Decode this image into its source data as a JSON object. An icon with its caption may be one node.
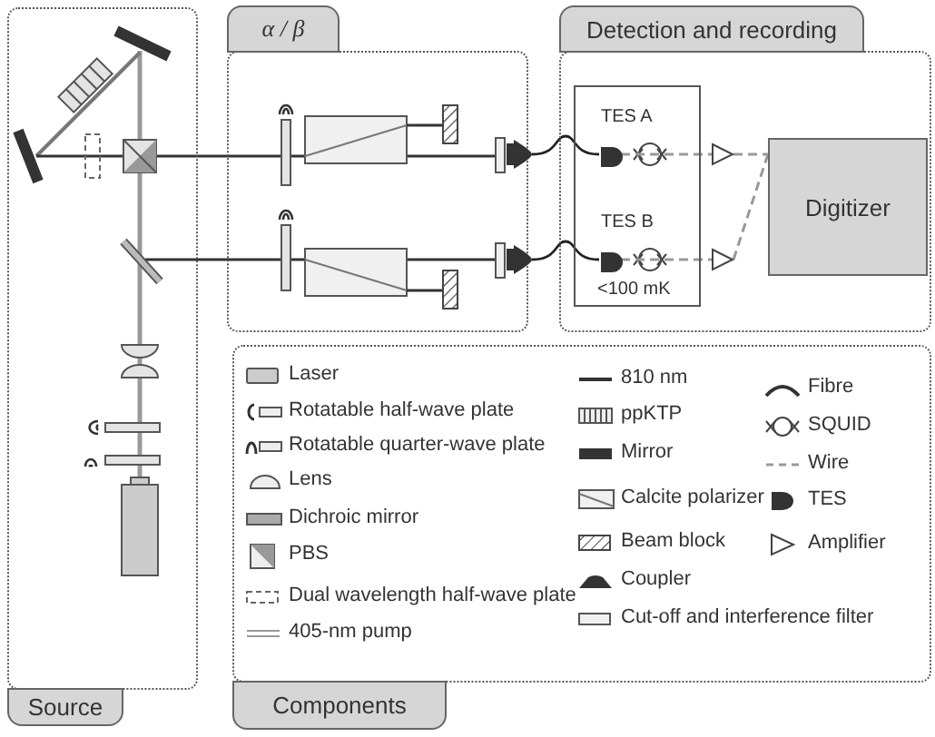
{
  "diagram": {
    "nodes": [
      {
        "text": [
          "Source"
        ]
      },
      {
        "text": [
          "α / β"
        ]
      },
      {
        "text": [],
        "shape": "wedge",
        "in": 1
      },
      {
        "text": [],
        "shape": "wedge",
        "in": 1
      },
      {
        "text": [
          "Detection and recording"
        ]
      },
      {
        "text": [
          "<100 mK"
        ],
        "in": 4
      },
      {
        "text": [
          "TES A"
        ],
        "in": 5
      },
      {
        "text": [
          "TES B"
        ],
        "in": 5
      },
      {
        "text": [],
        "shape": "triangle",
        "in": 4
      },
      {
        "text": [],
        "shape": "triangle",
        "in": 4
      },
      {
        "text": [
          "Digitizer"
        ],
        "in": 4
      },
      {
        "text": [
          "Components"
        ]
      }
    ],
    "edges": [
      {
        "from": 2,
        "to": 6,
        "arrow": "none",
        "color": "#222222"
      },
      {
        "from": 3,
        "to": 7,
        "arrow": "none",
        "color": "#222222"
      },
      {
        "from": 6,
        "to": 8,
        "arrow": "none",
        "style": "dashed"
      },
      {
        "from": 8,
        "to": 10,
        "arrow": "none",
        "style": "dashed"
      },
      {
        "from": 7,
        "to": 9,
        "arrow": "none",
        "style": "dashed"
      },
      {
        "from": 9,
        "to": 10,
        "arrow": "none",
        "style": "dashed"
      }
    ],
    "legend": [
      {
        "text": "Laser"
      },
      {
        "text": "Rotatable half-wave plate"
      },
      {
        "text": "Rotatable quarter-wave plate"
      },
      {
        "text": "Lens"
      },
      {
        "text": "Dichroic mirror"
      },
      {
        "text": "PBS"
      },
      {
        "text": "Dual wavelength half-wave plate"
      },
      {
        "text": "405-nm pump"
      },
      {
        "text": "810 nm"
      },
      {
        "text": "ppKTP"
      },
      {
        "text": "Mirror"
      },
      {
        "text": "Calcite polarizer"
      },
      {
        "text": "Beam block"
      },
      {
        "text": "Coupler"
      },
      {
        "text": "Cut-off and interference filter"
      },
      {
        "text": "Fibre"
      },
      {
        "text": "SQUID"
      },
      {
        "text": "Wire"
      },
      {
        "text": "TES"
      },
      {
        "text": "Amplifier"
      }
    ]
  }
}
